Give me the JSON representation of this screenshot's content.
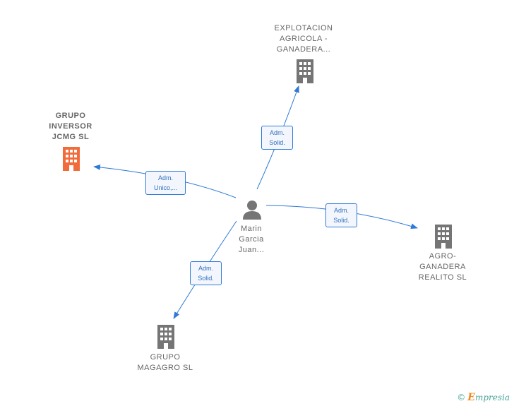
{
  "center": {
    "name": "Marin\nGarcia\nJuan...",
    "icon": "person-icon"
  },
  "companies": [
    {
      "id": "explotacion",
      "name": "EXPLOTACION\nAGRICOLA -\nGANADERA...",
      "icon": "building-icon",
      "color": "#757575",
      "bold": false
    },
    {
      "id": "grupo-inversor",
      "name": "GRUPO\nINVERSOR\nJCMG  SL",
      "icon": "building-icon",
      "color": "#f26b3a",
      "bold": true
    },
    {
      "id": "agro-ganadera",
      "name": "AGRO-\nGANADERA\nREALITO  SL",
      "icon": "building-icon",
      "color": "#757575",
      "bold": false
    },
    {
      "id": "grupo-magagro",
      "name": "GRUPO\nMAGAGRO  SL",
      "icon": "building-icon",
      "color": "#757575",
      "bold": false
    }
  ],
  "relations": [
    {
      "to": "explotacion",
      "label": "Adm.\nSolid."
    },
    {
      "to": "grupo-inversor",
      "label": "Adm.\nUnico,..."
    },
    {
      "to": "agro-ganadera",
      "label": "Adm.\nSolid."
    },
    {
      "to": "grupo-magagro",
      "label": "Adm.\nSolid."
    }
  ],
  "footer": {
    "copyright_symbol": "©",
    "brand_first_letter": "E",
    "brand_rest": "mpresia"
  },
  "colors": {
    "edge": "#2f7ad6",
    "highlight": "#f26b3a",
    "node": "#757575"
  }
}
